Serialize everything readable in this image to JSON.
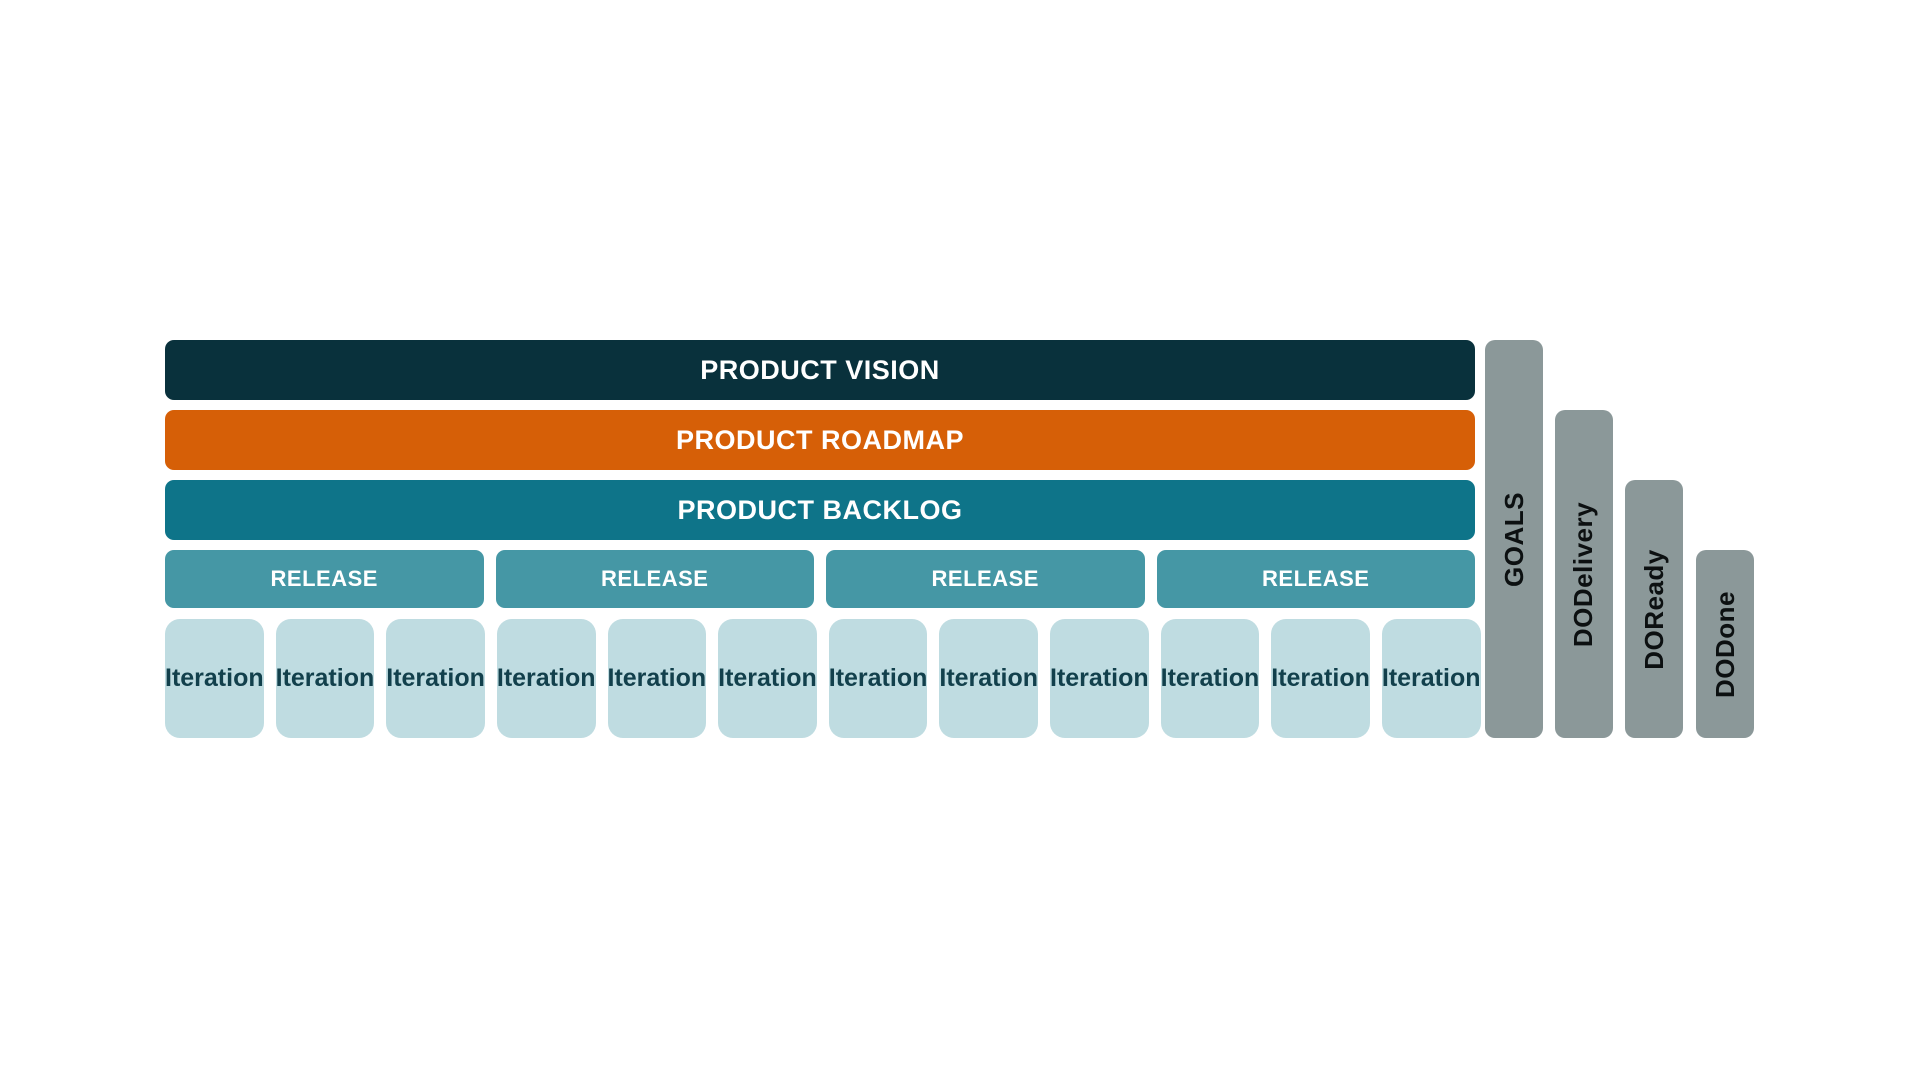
{
  "colors": {
    "background": "#FFFFFF",
    "vision_bg": "#09313C",
    "roadmap_bg": "#D65F07",
    "backlog_bg": "#0E7489",
    "release_bg": "#4597A5",
    "iteration_bg": "#BFDCE1",
    "iteration_text": "#12404C",
    "sidebar_bg": "#8B9899",
    "sidebar_text": "#0C1011",
    "bar_text": "#FFFFFF"
  },
  "layers": [
    {
      "label": "PRODUCT VISION"
    },
    {
      "label": "PRODUCT ROADMAP"
    },
    {
      "label": "PRODUCT BACKLOG"
    }
  ],
  "releases": [
    {
      "label": "RELEASE"
    },
    {
      "label": "RELEASE"
    },
    {
      "label": "RELEASE"
    },
    {
      "label": "RELEASE"
    }
  ],
  "iterations": [
    {
      "label": "Iteration"
    },
    {
      "label": "Iteration"
    },
    {
      "label": "Iteration"
    },
    {
      "label": "Iteration"
    },
    {
      "label": "Iteration"
    },
    {
      "label": "Iteration"
    },
    {
      "label": "Iteration"
    },
    {
      "label": "Iteration"
    },
    {
      "label": "Iteration"
    },
    {
      "label": "Iteration"
    },
    {
      "label": "Iteration"
    },
    {
      "label": "Iteration"
    }
  ],
  "side_bars": [
    {
      "label": "GOALS"
    },
    {
      "label": "DODelivery"
    },
    {
      "label": "DOReady"
    },
    {
      "label": "DODone"
    }
  ]
}
